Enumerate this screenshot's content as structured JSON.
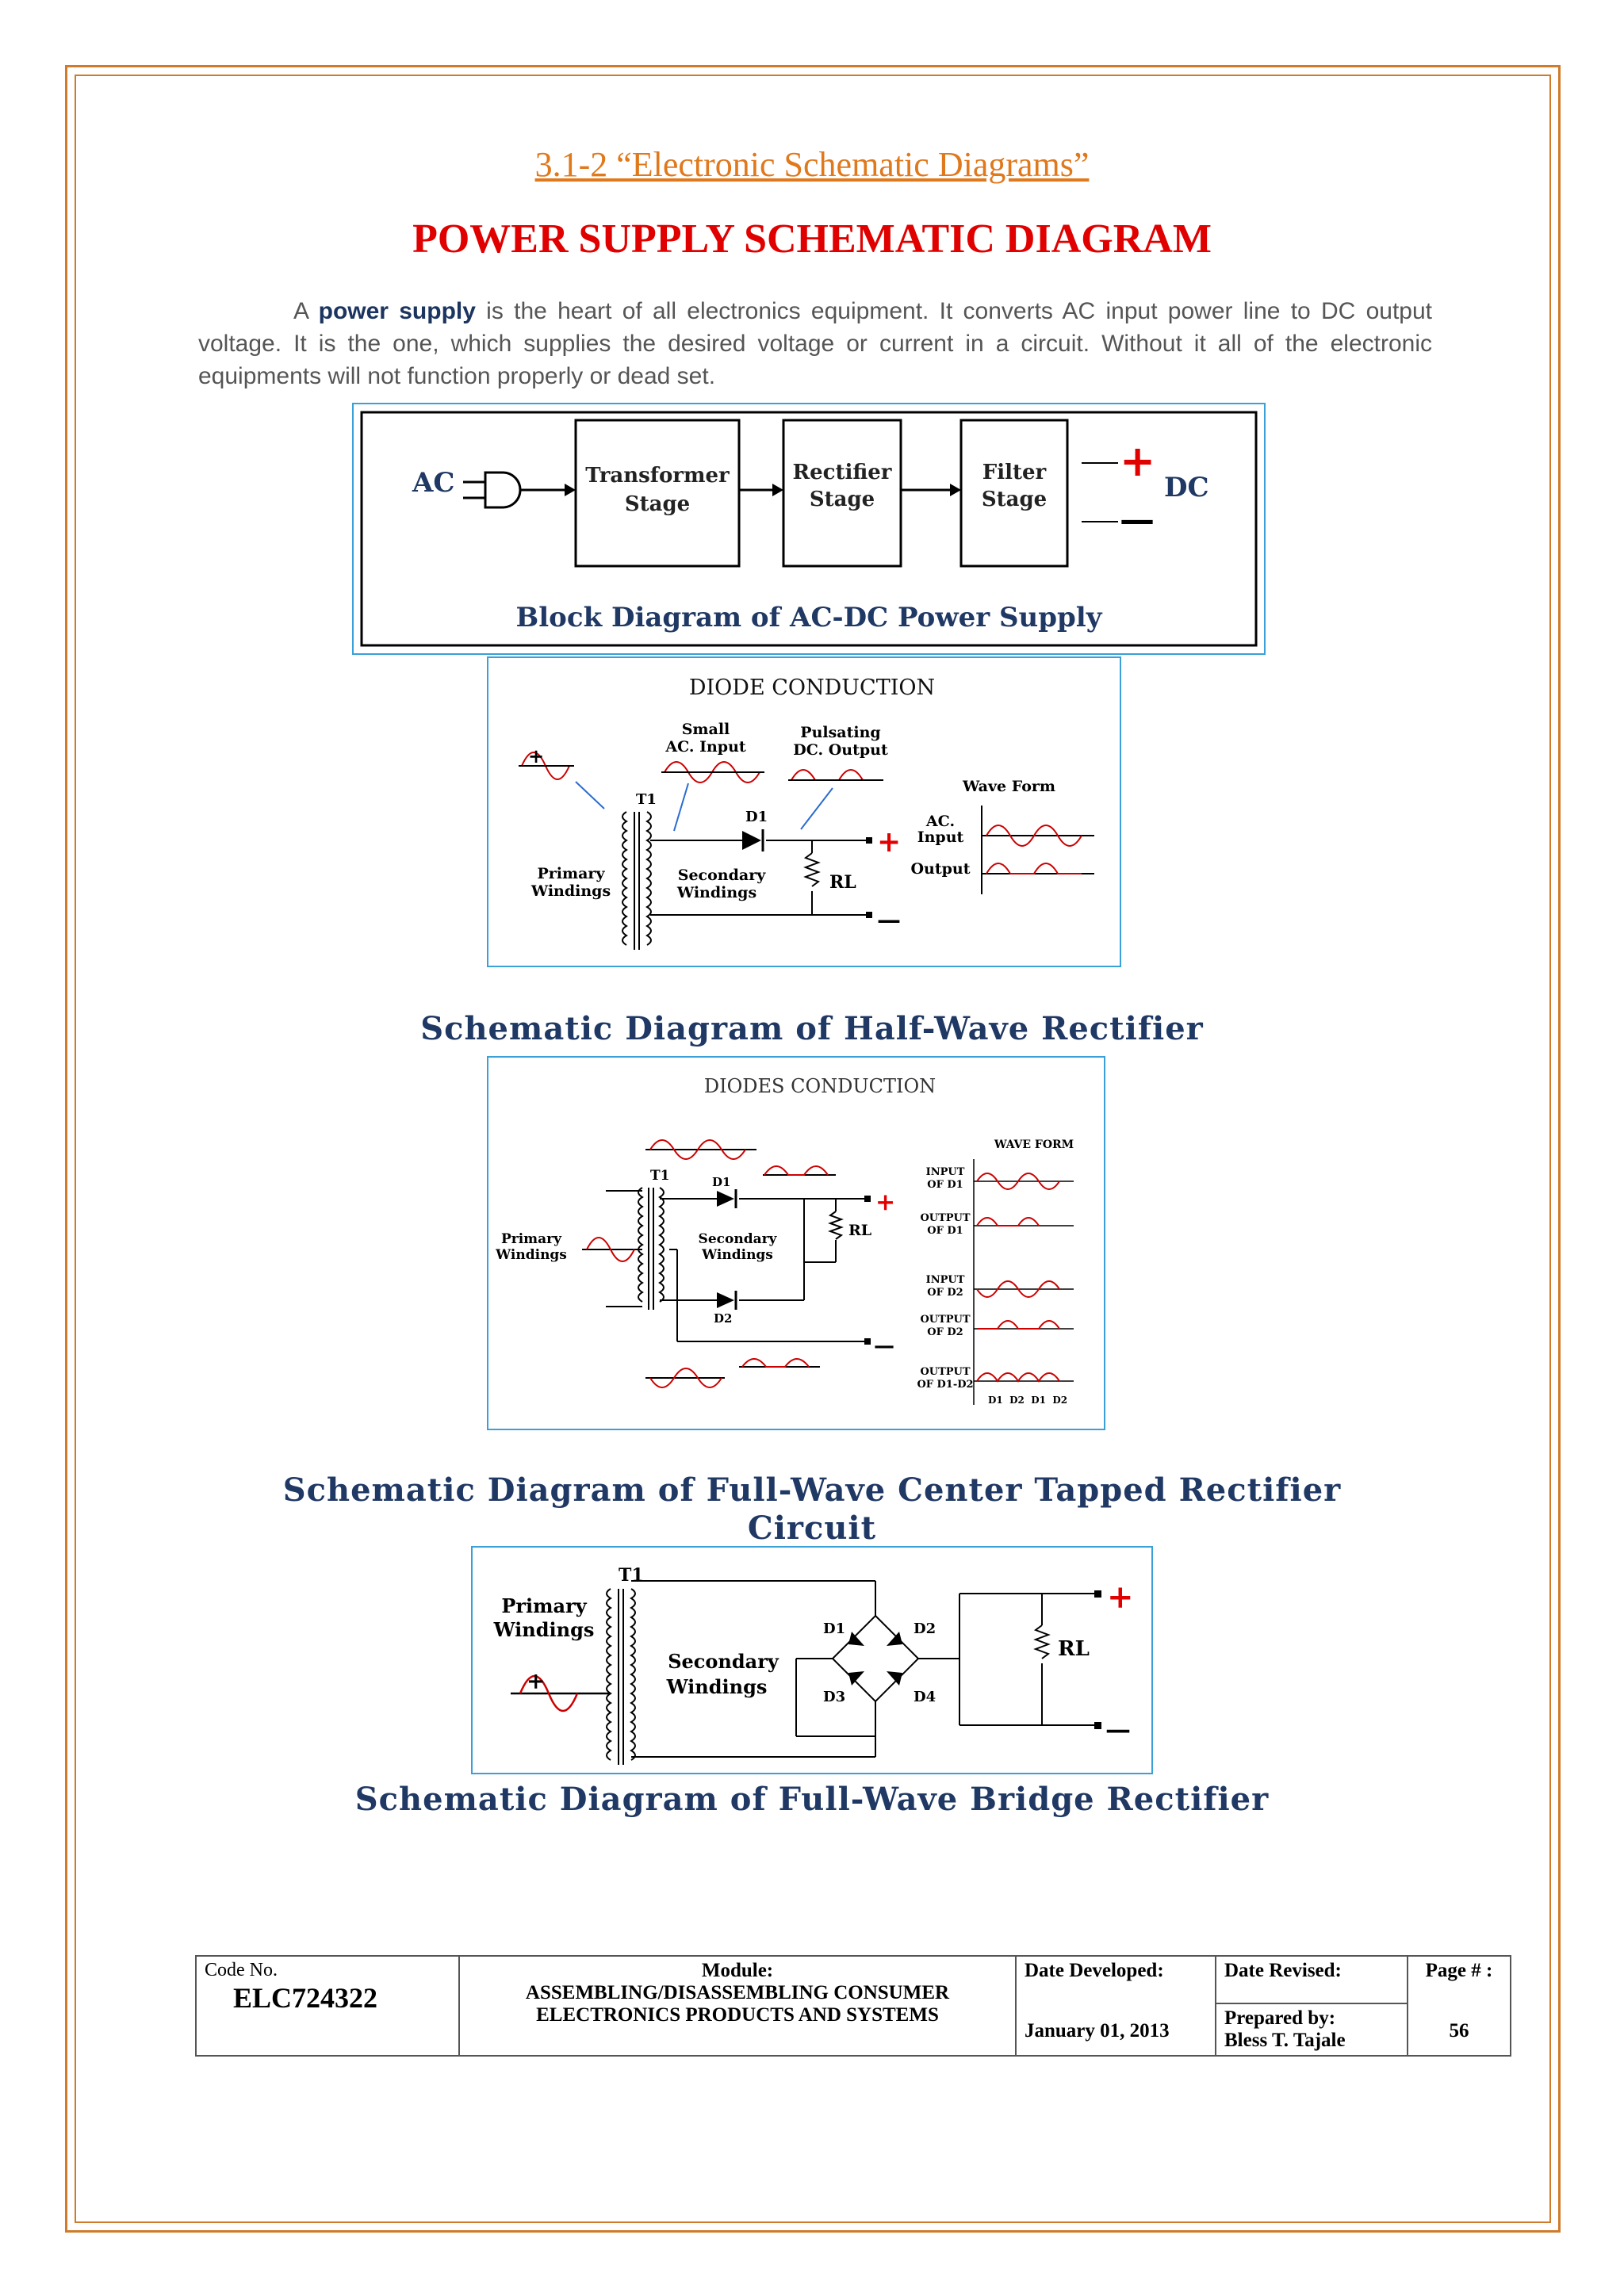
{
  "header": {
    "section_title": "3.1-2 “Electronic Schematic Diagrams”",
    "main_title": "POWER SUPPLY SCHEMATIC DIAGRAM"
  },
  "intro": {
    "lead": "A ",
    "bold": "power supply",
    "rest": " is the heart of all electronics equipment. It converts AC input power line to DC output voltage. It is the one, which supplies the desired voltage or current in a circuit. Without it all of the electronic equipments will not function properly or dead set."
  },
  "block_diagram": {
    "ac_label": "AC",
    "dc_label": "DC",
    "transformer_line1": "Transformer",
    "transformer_line2": "Stage",
    "rectifier_line1": "Rectifier",
    "rectifier_line2": "Stage",
    "filter_line1": "Filter",
    "filter_line2": "Stage",
    "plus": "+",
    "minus": "—",
    "caption": "Block Diagram of AC-DC Power Supply"
  },
  "half_wave": {
    "title": "DIODE CONDUCTION",
    "small_ac_1": "Small",
    "small_ac_2": "AC. Input",
    "pulsating_1": "Pulsating",
    "pulsating_2": "DC. Output",
    "t1": "T1",
    "d1": "D1",
    "primary_1": "Primary",
    "primary_2": "Windings",
    "secondary_1": "Secondary",
    "secondary_2": "Windings",
    "rl": "RL",
    "wave_form": "Wave Form",
    "ac_input_1": "AC.",
    "ac_input_2": "Input",
    "output": "Output",
    "plus": "+",
    "minus": "—",
    "caption": "Schematic Diagram of Half-Wave Rectifier"
  },
  "center_tapped": {
    "title": "DIODES CONDUCTION",
    "t1": "T1",
    "d1": "D1",
    "d2": "D2",
    "primary_1": "Primary",
    "primary_2": "Windings",
    "secondary_1": "Secondary",
    "secondary_2": "Windings",
    "rl": "RL",
    "wave_form": "WAVE FORM",
    "input_d1_1": "INPUT",
    "input_d1_2": "OF D1",
    "output_d1_1": "OUTPUT",
    "output_d1_2": "OF D1",
    "input_d2_1": "INPUT",
    "input_d2_2": "OF D2",
    "output_d2_1": "OUTPUT",
    "output_d2_2": "OF D2",
    "output_d1d2_1": "OUTPUT",
    "output_d1d2_2": "OF D1-D2",
    "seq": "D1  D2  D1  D2",
    "plus": "+",
    "minus": "—",
    "caption_line1": "Schematic Diagram of Full-Wave Center Tapped Rectifier",
    "caption_line2": "Circuit"
  },
  "bridge": {
    "t1": "T1",
    "primary_1": "Primary",
    "primary_2": "Windings",
    "secondary_1": "Secondary",
    "secondary_2": "Windings",
    "d1": "D1",
    "d2": "D2",
    "d3": "D3",
    "d4": "D4",
    "rl": "RL",
    "plus": "+",
    "minus": "—",
    "caption": "Schematic Diagram of Full-Wave Bridge Rectifier"
  },
  "footer": {
    "code_label": "Code No.",
    "code_value": "ELC724322",
    "module_label": "Module:",
    "module_line1": "ASSEMBLING/DISASSEMBLING CONSUMER",
    "module_line2": "ELECTRONICS PRODUCTS AND SYSTEMS",
    "date_dev_label": "Date Developed:",
    "date_dev_value": "January 01, 2013",
    "date_rev_label": "Date Revised:",
    "prepared_label": "Prepared by:",
    "prepared_value": "Bless T. Tajale",
    "page_label": "Page # :",
    "page_value": "56"
  },
  "colors": {
    "border": "#d07a2a",
    "section_title": "#e0781c",
    "main_title": "#e00000",
    "caption": "#1f3864",
    "frame_blue": "#3aa0d8",
    "signal_red": "#e00000"
  }
}
